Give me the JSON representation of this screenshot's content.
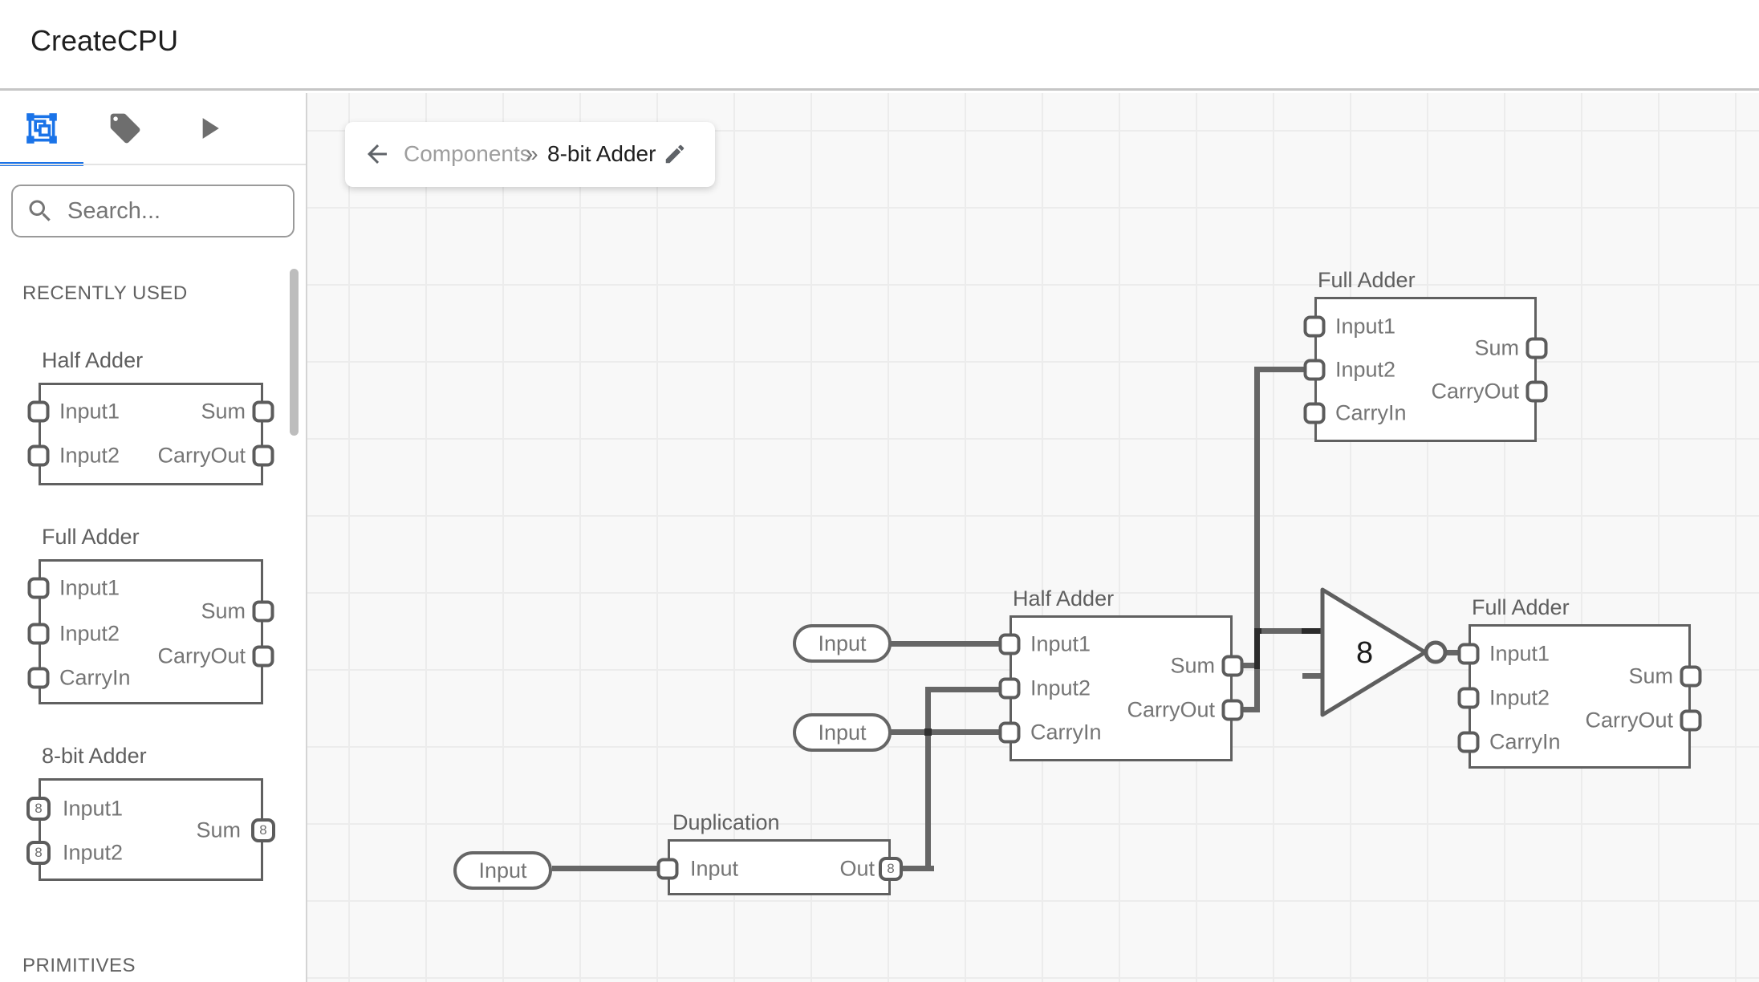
{
  "header": {
    "title": "CreateCPU"
  },
  "sidebar": {
    "tabs": [
      {
        "icon": "components-icon",
        "active": true
      },
      {
        "icon": "tag-icon",
        "active": false
      },
      {
        "icon": "play-icon",
        "active": false
      }
    ],
    "search": {
      "placeholder": "Search...",
      "icon": "search-icon"
    },
    "sections": {
      "recently_used": "RECENTLY USED",
      "primitives": "PRIMITIVES"
    },
    "items": [
      {
        "title": "Half Adder",
        "inputs": [
          "Input1",
          "Input2"
        ],
        "outputs": [
          "Sum",
          "CarryOut"
        ]
      },
      {
        "title": "Full Adder",
        "inputs": [
          "Input1",
          "Input2",
          "CarryIn"
        ],
        "outputs": [
          "Sum",
          "CarryOut"
        ]
      },
      {
        "title": "8-bit Adder",
        "inputs": [
          "Input1",
          "Input2"
        ],
        "outputs": [
          "Sum"
        ],
        "bus": "8"
      }
    ]
  },
  "breadcrumb": {
    "back_icon": "arrow-left-icon",
    "parent": "Components",
    "separator": "»",
    "current": "8-bit Adder",
    "edit_icon": "pencil-icon"
  },
  "canvas": {
    "components": [
      {
        "id": "full-adder-top",
        "title": "Full Adder",
        "inputs": [
          "Input1",
          "Input2",
          "CarryIn"
        ],
        "outputs": [
          "Sum",
          "CarryOut"
        ]
      },
      {
        "id": "half-adder",
        "title": "Half Adder",
        "inputs": [
          "Input1",
          "Input2",
          "CarryIn"
        ],
        "outputs": [
          "Sum",
          "CarryOut"
        ]
      },
      {
        "id": "full-adder-right",
        "title": "Full Adder",
        "inputs": [
          "Input1",
          "Input2",
          "CarryIn"
        ],
        "outputs": [
          "Sum",
          "CarryOut"
        ]
      },
      {
        "id": "duplication",
        "title": "Duplication",
        "inputs": [
          "Input"
        ],
        "outputs": [
          "Out"
        ],
        "bus": "8"
      }
    ],
    "inverter": {
      "label": "8"
    },
    "input_pills": [
      "Input",
      "Input",
      "Input"
    ]
  },
  "colors": {
    "accent": "#1a73e8",
    "wire": "#666666",
    "wire_dark": "#2b2b2b",
    "component_border": "#5f5f5f",
    "canvas_bg": "#f8f8f8",
    "grid_line": "#ececec"
  }
}
